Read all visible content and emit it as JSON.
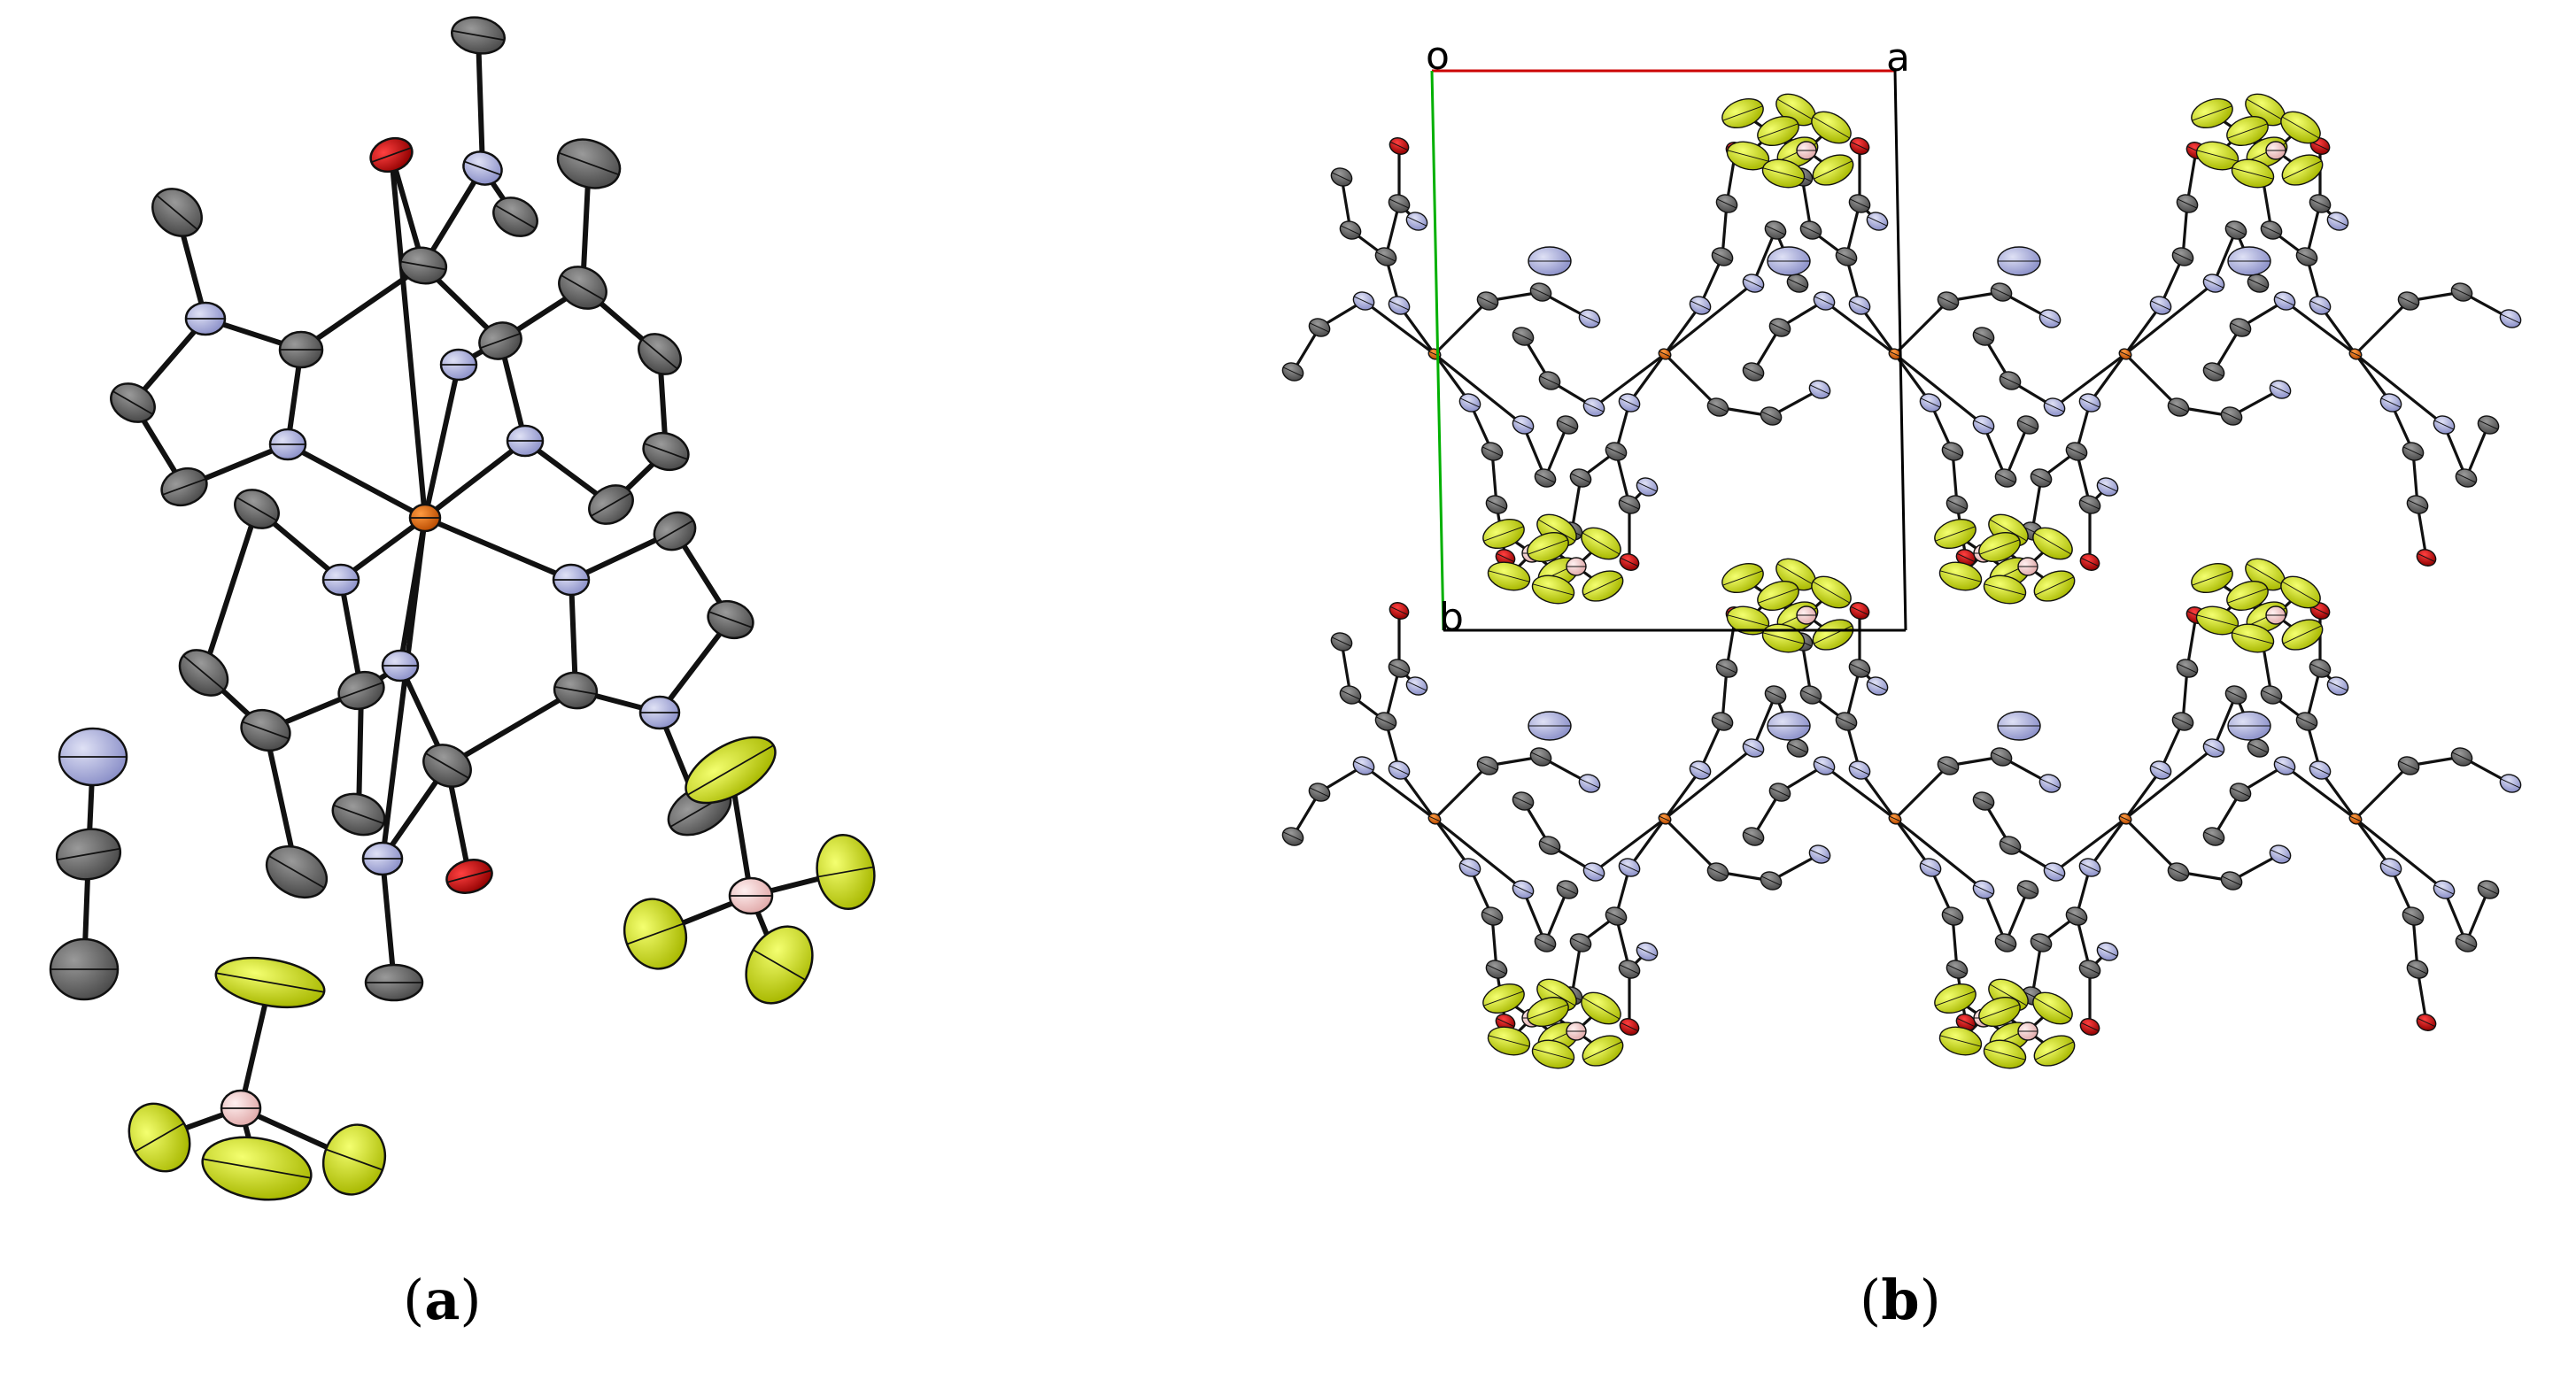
{
  "panels": [
    {
      "id": "a",
      "label": "a",
      "description_kind": "ORTEP molecular structure",
      "atom_colors": {
        "C": "#6b6b6b",
        "N": "#a9addb",
        "O": "#c00000",
        "Fe": "#e06000",
        "B": "#f4c8c8",
        "F": "#d9ec20"
      }
    },
    {
      "id": "b",
      "label": "b",
      "description_kind": "crystal packing view",
      "unit_cell_labels": {
        "origin": "o",
        "a_axis": "a",
        "b_axis": "b"
      },
      "unit_cell_colors": {
        "a_axis": "#cc0000",
        "b_axis": "#00b000",
        "edges": "#000000"
      }
    }
  ],
  "captions": {
    "a": "a",
    "b": "b"
  }
}
